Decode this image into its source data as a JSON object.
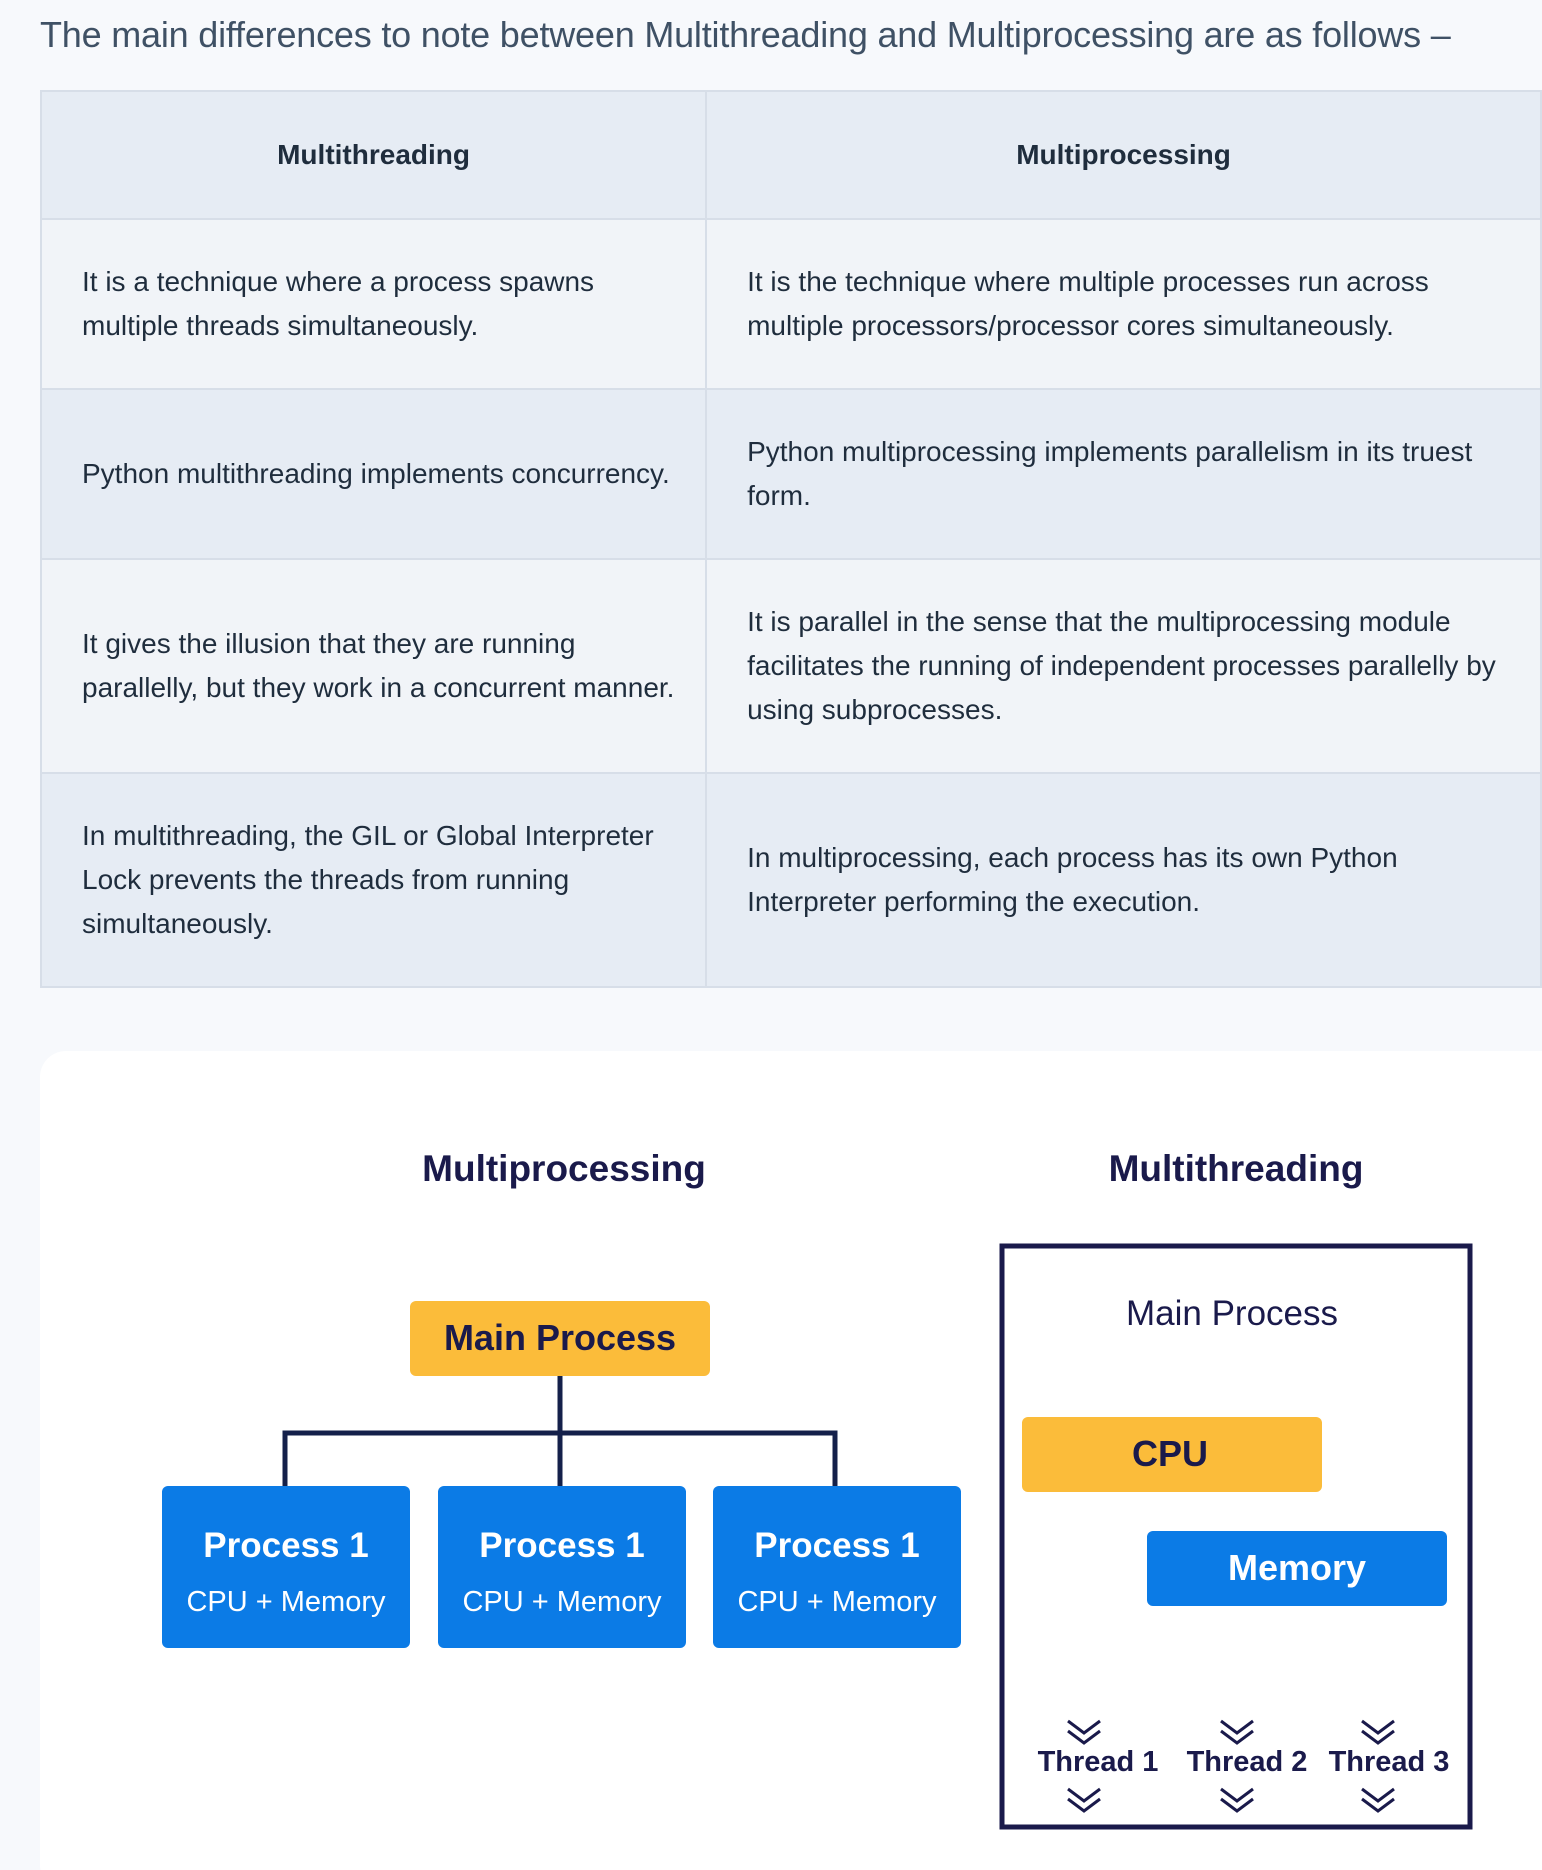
{
  "intro": "The main differences to note between Multithreading and Multiprocessing are as follows –",
  "table": {
    "headers": [
      "Multithreading",
      "Multiprocessing"
    ],
    "rows": [
      [
        "It is a technique where a process spawns multiple threads simultaneously.",
        "It is the technique where multiple processes run across multiple processors/processor cores simultaneously."
      ],
      [
        "Python multithreading implements concurrency.",
        "Python multiprocessing implements parallelism in its truest form."
      ],
      [
        "It gives the illusion that they are running parallelly, but they work in a concurrent manner.",
        "It is parallel in the sense that the multiprocessing module facilitates the running of independent processes parallelly by using subprocesses."
      ],
      [
        "In multithreading, the GIL or Global Interpreter Lock prevents the threads from running simultaneously.",
        "In multiprocessing, each process has its own Python Interpreter performing the execution."
      ]
    ]
  },
  "diagram": {
    "colors": {
      "yellow": "#fbbc3a",
      "blue": "#0b7be6",
      "navy": "#1a1a4b",
      "line": "#14204a"
    },
    "multiprocessing": {
      "title": "Multiprocessing",
      "main_process": "Main Process",
      "processes": [
        {
          "name": "Process 1",
          "detail": "CPU + Memory"
        },
        {
          "name": "Process 1",
          "detail": "CPU + Memory"
        },
        {
          "name": "Process 1",
          "detail": "CPU + Memory"
        }
      ]
    },
    "multithreading": {
      "title": "Multithreading",
      "main_process": "Main Process",
      "cpu": "CPU",
      "memory": "Memory",
      "threads": [
        "Thread 1",
        "Thread 2",
        "Thread 3"
      ],
      "thread_icon": "double-chevron-down-icon"
    }
  }
}
